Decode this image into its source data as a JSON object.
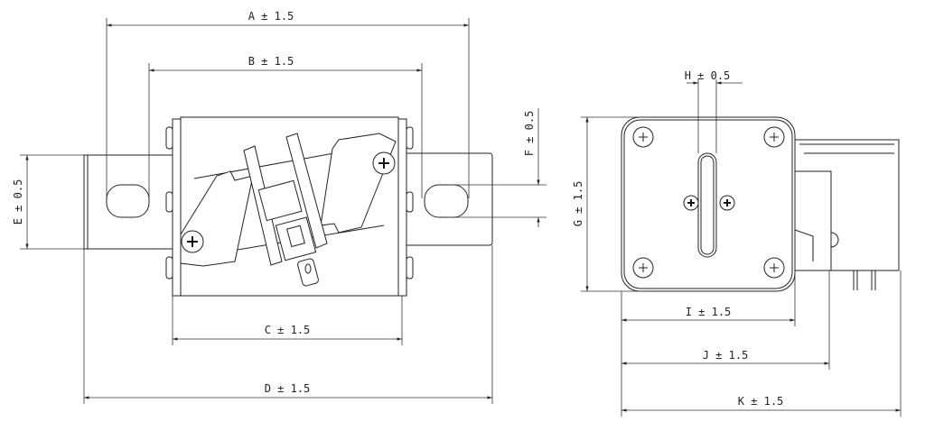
{
  "title": "Fuse switch dimension drawing",
  "dimensions": {
    "A": "A ± 1.5",
    "B": "B ± 1.5",
    "C": "C ± 1.5",
    "D": "D ± 1.5",
    "E": "E ± 0.5",
    "F": "F ± 0.5",
    "G": "G ± 1.5",
    "H": "H ± 0.5",
    "I": "I ± 1.5",
    "J": "J ± 1.5",
    "K": "K ± 1.5"
  },
  "colors": {
    "line": "#222222",
    "background": "#ffffff"
  }
}
